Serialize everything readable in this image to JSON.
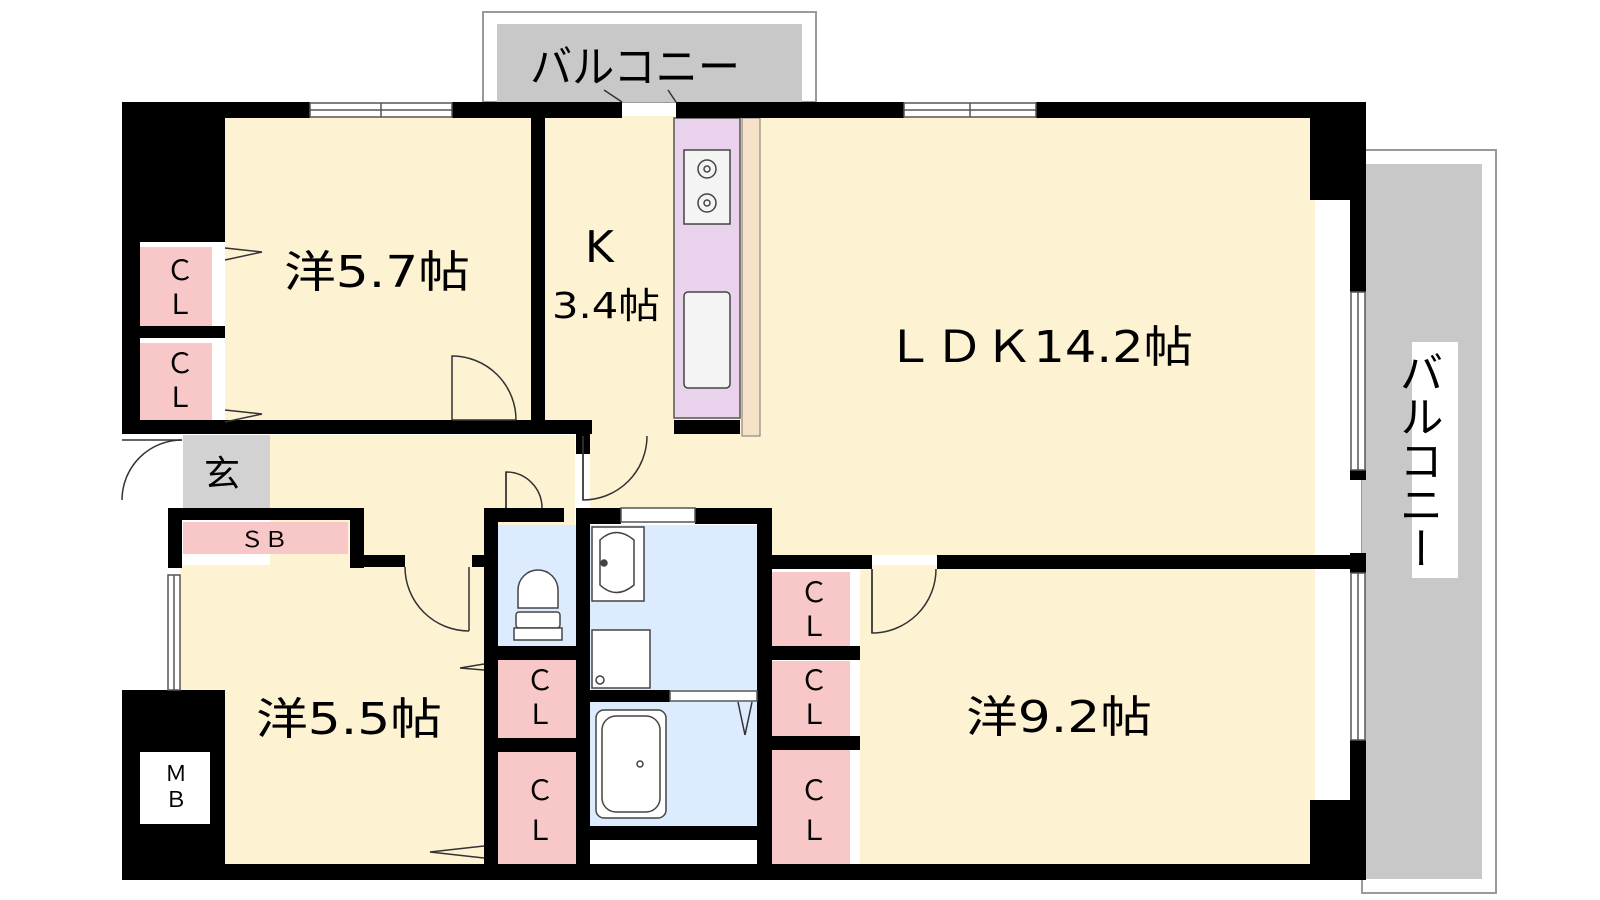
{
  "colors": {
    "wall": "#000000",
    "room": "#fdf2d2",
    "closet": "#f8c7c7",
    "wet_area": "#dcebfd",
    "kitchen_counter": "#e8d2ec",
    "balcony": "#c8c8c8",
    "entrance": "#d2d2d2",
    "cabinet": "#f5e2c8"
  },
  "icons": [
    "stove-icon",
    "sink-icon",
    "toilet-icon",
    "washbasin-icon",
    "washing-machine-pan-icon",
    "bathtub-icon",
    "door-swing-icon"
  ],
  "rooms": {
    "western_nw": "洋5.7帖",
    "kitchen_k": "K",
    "kitchen_size": "3.4帖",
    "ldk": "ＬＤＫ14.2帖",
    "western_sw": "洋5.5帖",
    "western_se": "洋9.2帖"
  },
  "labels": {
    "balcony_top": "バルコニー",
    "balcony_right": "バルコニー",
    "entrance": "玄",
    "shoe_box": "ＳＢ",
    "meter_box_top": "Ｍ",
    "meter_box_bottom": "Ｂ",
    "closet_top": "Ｃ",
    "closet_bottom": "Ｌ"
  }
}
